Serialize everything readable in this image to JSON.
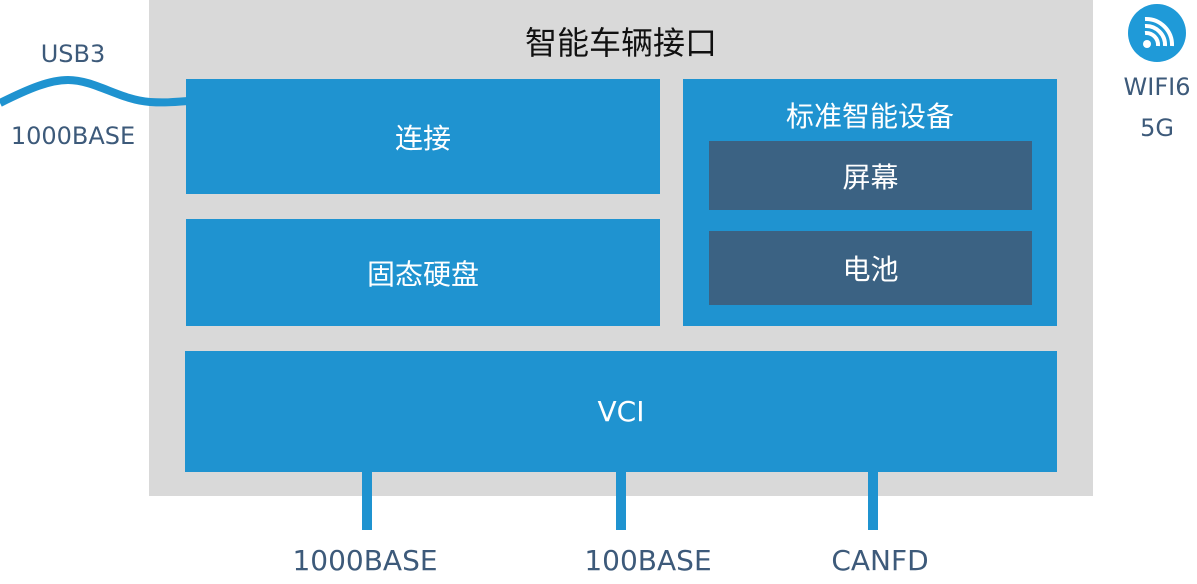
{
  "title": "智能车辆接口",
  "blocks": {
    "connection": "连接",
    "ssd": "固态硬盘",
    "smart_devices": "标准智能设备",
    "screen": "屏幕",
    "battery": "电池",
    "vci": "VCI"
  },
  "left_link": {
    "top": "USB3",
    "bottom": "1000BASE"
  },
  "wifi": {
    "icon": "wifi-icon",
    "line1": "WIFI6",
    "line2": "5G"
  },
  "bottom_ports": [
    "1000BASE",
    "100BASE",
    "CANFD"
  ],
  "colors": {
    "blue": "#1f93d0",
    "dark": "#3b6283",
    "panel": "#d9d9d9",
    "label": "#3d5a7a"
  }
}
